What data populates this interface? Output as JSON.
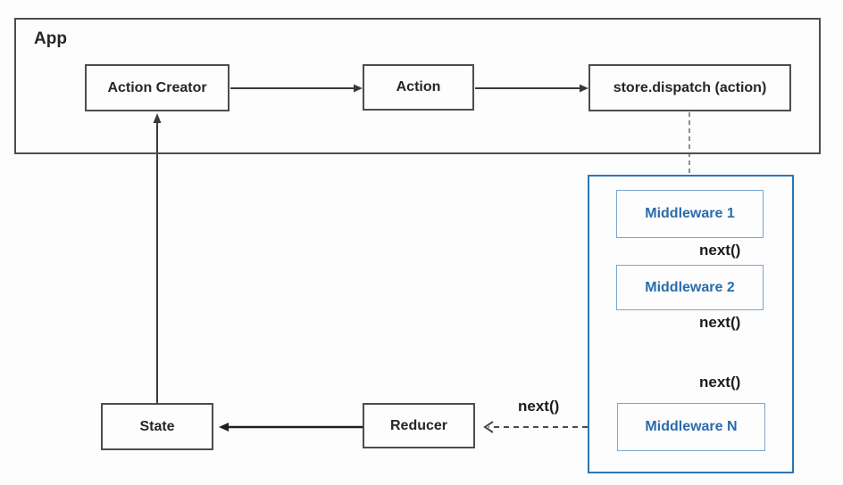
{
  "diagram": {
    "type": "flow-diagram",
    "topic": "redux-middleware-data-flow",
    "app_container": {
      "label": "App"
    },
    "nodes": {
      "action_creator": "Action Creator",
      "action": "Action",
      "store_dispatch": "store.dispatch (action)",
      "middleware_1": "Middleware 1",
      "middleware_2": "Middleware 2",
      "middleware_n": "Middleware N",
      "reducer": "Reducer",
      "state": "State"
    },
    "edge_labels": {
      "next_after_mw1": "next()",
      "next_after_mw2": "next()",
      "next_before_mwn": "next()",
      "next_to_reducer": "next()"
    },
    "edges": [
      {
        "from": "action_creator",
        "to": "action",
        "style": "solid"
      },
      {
        "from": "action",
        "to": "store_dispatch",
        "style": "solid"
      },
      {
        "from": "store_dispatch",
        "to": "middleware_1",
        "style": "dashed"
      },
      {
        "from": "middleware_1",
        "to": "middleware_2",
        "style": "solid-blue",
        "label": "next()"
      },
      {
        "from": "middleware_2",
        "to": "ellipsis",
        "style": "solid-blue",
        "label": "next()"
      },
      {
        "from": "ellipsis",
        "to": "middleware_n",
        "style": "solid-blue",
        "label": "next()"
      },
      {
        "from": "middleware_n",
        "to": "reducer",
        "style": "dashed",
        "label": "next()"
      },
      {
        "from": "reducer",
        "to": "state",
        "style": "solid"
      },
      {
        "from": "state",
        "to": "action_creator",
        "style": "solid"
      }
    ],
    "colors": {
      "box_border": "#4d4d4d",
      "box_text": "#262626",
      "blue_container_border": "#2e75b6",
      "blue_box_border": "#7ba6ce",
      "blue_text": "#2b6cad",
      "arrow_dark": "#3a3a3a",
      "arrow_gray_dashed": "#8c8c8c",
      "arrow_blue": "#2e75b6",
      "background": "#fdfdfd"
    }
  }
}
